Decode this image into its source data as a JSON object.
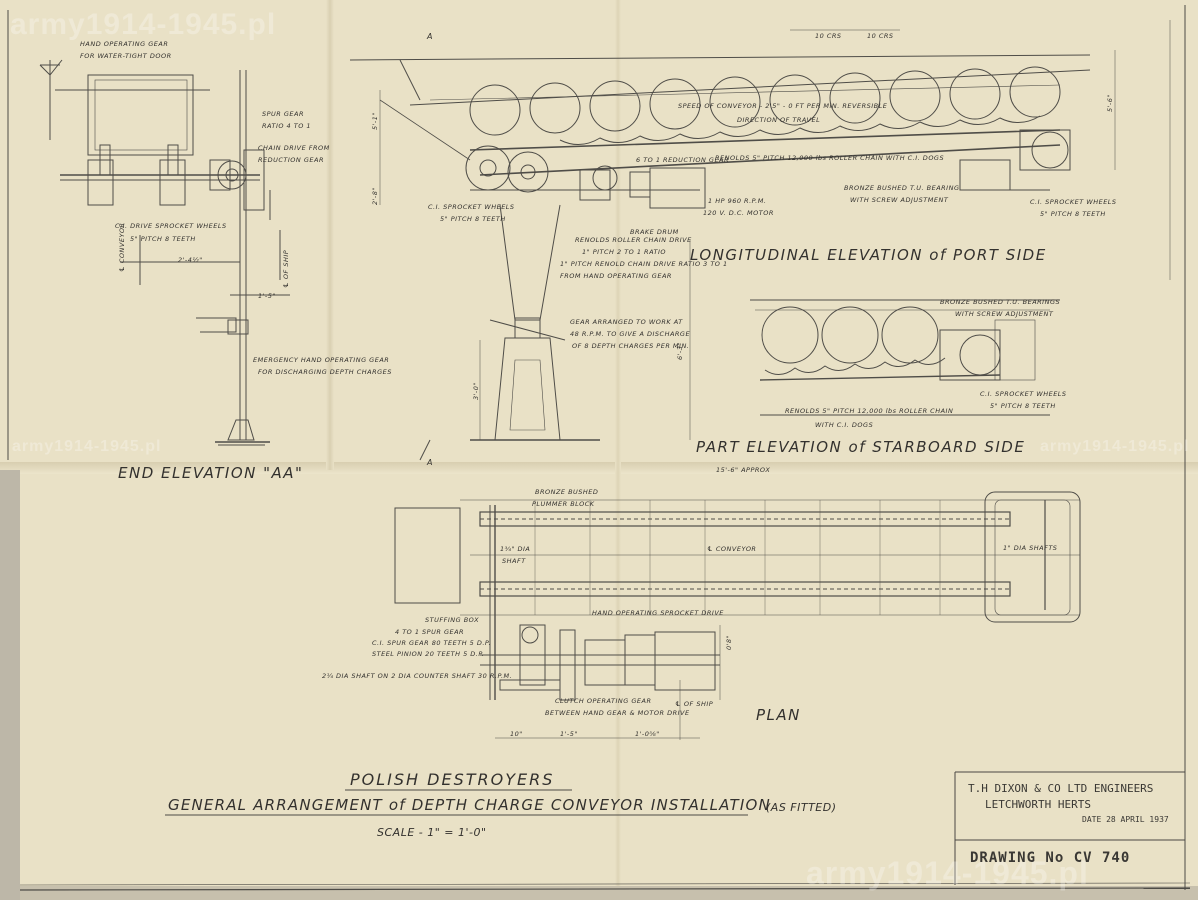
{
  "watermark": {
    "text": "army1914-1945.pl"
  },
  "title_block": {
    "line1": "POLISH DESTROYERS",
    "line2": "GENERAL ARRANGEMENT of DEPTH CHARGE CONVEYOR INSTALLATION",
    "as_fitted": "(AS FITTED)",
    "scale": "SCALE - 1\" = 1'-0\""
  },
  "company": {
    "name": "T.H DIXON & CO LTD  ENGINEERS",
    "location": "LETCHWORTH  HERTS",
    "date": "DATE 28 APRIL 1937",
    "drawing_no": "DRAWING No CV 740"
  },
  "views": {
    "end_elevation": "END ELEVATION \"AA\"",
    "longitudinal": "LONGITUDINAL ELEVATION of PORT SIDE",
    "part_elevation": "PART ELEVATION of STARBOARD SIDE",
    "plan": "PLAN"
  },
  "section_marks": {
    "a_top": "A",
    "a_bottom": "A"
  },
  "end_notes": {
    "hand_gear": "HAND OPERATING GEAR",
    "hand_gear2": "FOR WATER-TIGHT DOOR",
    "spur_gear": "SPUR GEAR",
    "spur_ratio": "RATIO 4 TO 1",
    "chain_drive": "CHAIN DRIVE FROM",
    "chain_drive2": "REDUCTION GEAR",
    "drive_sprocket": "C.I. DRIVE SPROCKET WHEELS",
    "drive_sprocket2": "5\" PITCH 8 TEETH",
    "conveyor_cl": "℄ CONVEYOR",
    "dim_2_4": "2'-4½\"",
    "ship_cl": "℄ OF SHIP",
    "dim_1_5": "1'-5\"",
    "emergency": "EMERGENCY HAND OPERATING GEAR",
    "emergency2": "FOR DISCHARGING DEPTH CHARGES"
  },
  "long_notes": {
    "dims_top1": "10 CRS",
    "dims_top2": "10 CRS",
    "speed": "SPEED OF CONVEYOR - 2'5\" - 0 FT PER MIN. REVERSIBLE",
    "direction": "DIRECTION OF TRAVEL",
    "reduction": "6 TO 1 REDUCTION GEAR",
    "renolds_chain": "RENOLDS 5\" PITCH 12,000 lbs ROLLER CHAIN WITH C.I. DOGS",
    "bronze_bush": "BRONZE BUSHED T.U. BEARING",
    "bronze_bush2": "WITH SCREW ADJUSTMENT",
    "ci_sprocket_l": "C.I. SPROCKET WHEELS",
    "ci_sprocket_l2": "5\" PITCH 8 TEETH",
    "ci_sprocket_r": "C.I. SPROCKET WHEELS",
    "ci_sprocket_r2": "5\" PITCH 8 TEETH",
    "motor": "1 HP 960 R.P.M.",
    "motor2": "120 V. D.C. MOTOR",
    "brake": "BRAKE DRUM",
    "roller_drive": "RENOLDS ROLLER CHAIN DRIVE",
    "roller_drive2": "1\" PITCH 2 TO 1 RATIO",
    "pitch_drive": "1\" PITCH RENOLD CHAIN DRIVE RATIO 3 TO 1",
    "pitch_drive2": "FROM HAND OPERATING GEAR",
    "gear_arranged": "GEAR ARRANGED TO WORK AT",
    "gear_arranged2": "48 R.P.M. TO GIVE A DISCHARGE",
    "gear_arranged3": "OF 8 DEPTH CHARGES PER MIN.",
    "dim_6_3": "6'-3\"",
    "dim_3_0": "3'-0\"",
    "dim_5_1": "5'-1\"",
    "dim_2_8": "2'-8\"",
    "dim_5_6": "5'-6\""
  },
  "part_notes": {
    "bronze": "BRONZE BUSHED T.U. BEARINGS",
    "bronze2": "WITH SCREW ADJUSTMENT",
    "sprocket": "C.I. SPROCKET WHEELS",
    "sprocket2": "5\" PITCH 8 TEETH",
    "chain": "RENOLDS 5\" PITCH 12,000 lbs ROLLER CHAIN",
    "chain2": "WITH C.I. DOGS"
  },
  "plan_notes": {
    "overall": "15'-6\" APPROX",
    "plummer": "BRONZE BUSHED",
    "plummer2": "PLUMMER BLOCK",
    "shaft_left": "1¾\" DIA",
    "shaft_left2": "SHAFT",
    "conveyor": "℄ CONVEYOR",
    "shaft_right": "1\" DIA SHAFTS",
    "sprocket_drive": "HAND OPERATING SPROCKET DRIVE",
    "stuffing": "STUFFING BOX",
    "spur4": "4 TO 1 SPUR GEAR",
    "ci_spur": "C.I. SPUR GEAR 80 TEETH 5 D.P.",
    "steel_pinion": "STEEL PINION 20 TEETH 5 D.P.",
    "counter_shaft": "2¼ DIA SHAFT ON 2 DIA COUNTER SHAFT 30 R.P.M.",
    "clutch": "CLUTCH OPERATING GEAR",
    "clutch2": "BETWEEN HAND GEAR & MOTOR DRIVE",
    "ship_cl": "℄ OF SHIP",
    "dim_10": "10\"",
    "dim_1_5": "1'-5\"",
    "dim_1_0": "1'-0⅝\"",
    "dim_0_8": "0'8\""
  }
}
